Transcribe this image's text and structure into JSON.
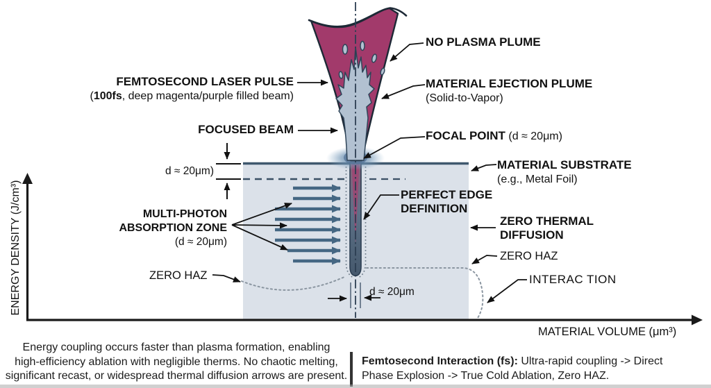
{
  "colors": {
    "beam": "#a23a6b",
    "beam_outline": "#1d2936",
    "plume": "#b2c1d1",
    "plume_outline": "#2e4458",
    "substrate": "#dbe1e9",
    "surface_line": "#3f586e",
    "channel_top": "#8c5f79",
    "channel_mid": "#5c7187",
    "channel_bottom": "#45586c",
    "channel_core": "#a04472",
    "glow": "#6d92b3",
    "blue_arrow": "#456783",
    "dashed_line": "#3a4f64",
    "dotted_line": "#8a95a0",
    "axis": "#1a1a1a",
    "text": "#111111",
    "divider": "#333333"
  },
  "labels": {
    "femtosecond": {
      "title": "FEMTOSECOND LASER PULSE",
      "sub_prefix": "(",
      "sub_bold": "100fs",
      "sub_rest": ", deep magenta/purple filled beam)"
    },
    "focused_beam": "FOCUSED BEAM",
    "depth_dim": "d ≈ 20μm)",
    "multi_photon": {
      "line1": "MULTI-PHOTON",
      "line2": "ABSORPTION ZONE",
      "sub": "(d ≈ 20μm)"
    },
    "zero_haz_left": "ZERO HAZ",
    "no_plasma": "NO PLASMA PLUME",
    "ejection": {
      "title": "MATERIAL EJECTION PLUME",
      "sub": "(Solid-to-Vapor)"
    },
    "focal_point": {
      "bold": "FOCAL POINT",
      "normal": " (d ≈ 20μm)"
    },
    "substrate": {
      "title": "MATERIAL SUBSTRATE",
      "sub": "(e.g., Metal Foil)"
    },
    "perfect_edge": {
      "line1": "PERFECT EDGE",
      "line2": "DEFINITION"
    },
    "zero_thermal": {
      "line1": "ZERO THERMAL",
      "line2": "DIFFUSION"
    },
    "zero_haz_right": "ZERO HAZ",
    "interaction": "INTERAC TION",
    "kerf_dim": "d ≈ 20μm"
  },
  "axes": {
    "y_label": "ENERGY DENSITY (J/cm³)",
    "x_label": "MATERIAL VOLUME (μm³)"
  },
  "captions": {
    "left_lines": [
      "Energy coupling occurs faster than plasma formation, enabling",
      "high-efficiency ablation with negligible therms. No chaotic melting,",
      "significant recast, or widespread thermal diffusion arrows are present."
    ],
    "right": {
      "bold": "Femtosecond Interaction (fs):",
      "line1_rest": " Ultra-rapid coupling -> Direct",
      "line2": "Phase Explosion -> True Cold Ablation, Zero HAZ."
    }
  }
}
